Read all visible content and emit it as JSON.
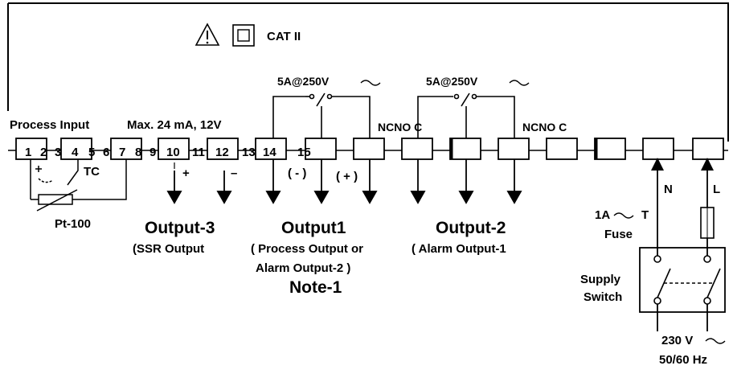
{
  "header": {
    "warning_icon": "warning-triangle-icon",
    "insulation_icon": "double-insulation-icon",
    "category": "CAT II"
  },
  "process_input": {
    "label": "Process Input",
    "rating": "Max. 24 mA, 12V",
    "tc_label": "TC",
    "rtd_label": "Pt-100"
  },
  "terminals": {
    "numbers": [
      "1",
      "2",
      "3",
      "4",
      "5",
      "6",
      "7",
      "8",
      "9",
      "10",
      "11",
      "12",
      "13",
      "14",
      "15"
    ]
  },
  "relays": {
    "relay1_rating": "5A@250V",
    "relay2_rating": "5A@250V",
    "contact_label_1": "NCNO C",
    "contact_label_2": "NCNO C"
  },
  "output3": {
    "title": "Output-3",
    "subtitle": "(SSR Output",
    "plus": "+",
    "minus": "–"
  },
  "output1": {
    "title": "Output1",
    "line1": "( Process Output or",
    "line2": "Alarm Output-2 )",
    "note": "Note-1",
    "minus": "( - )",
    "plus": "( + )"
  },
  "output2": {
    "title": "Output-2",
    "subtitle": "( Alarm  Output-1"
  },
  "supply": {
    "neutral": "N",
    "line": "L",
    "fuse_rating": "1A",
    "fuse_suffix": "T",
    "fuse_label": "Fuse",
    "switch_label_1": "Supply",
    "switch_label_2": "Switch",
    "voltage": "230 V",
    "frequency": "50/60 Hz"
  }
}
